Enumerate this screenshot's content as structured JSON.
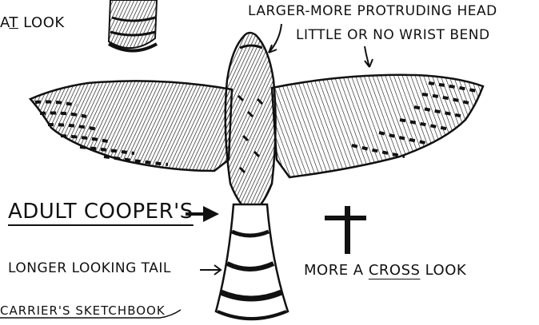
{
  "labels": {
    "top_left_fragment": "A",
    "top_left_t": "T",
    "top_left_look": " LOOK",
    "larger_head": "LARGER-MORE PROTRUDING HEAD",
    "wrist_bend": "LITTLE OR NO WRIST BEND",
    "adult_coopers": "ADULT COOPER'S",
    "longer_tail": "LONGER LOOKING TAIL",
    "cross_prefix": "MORE A ",
    "cross_word": "CROSS",
    "cross_suffix": " LOOK",
    "sketchbook": "CARRIER'S SKETCHBOOK"
  },
  "illustration": {
    "subject": "Cooper's hawk in flight, viewed from below",
    "style": "pen-and-ink hatching",
    "ink_color": "#111111",
    "paper_color": "#ffffff"
  }
}
